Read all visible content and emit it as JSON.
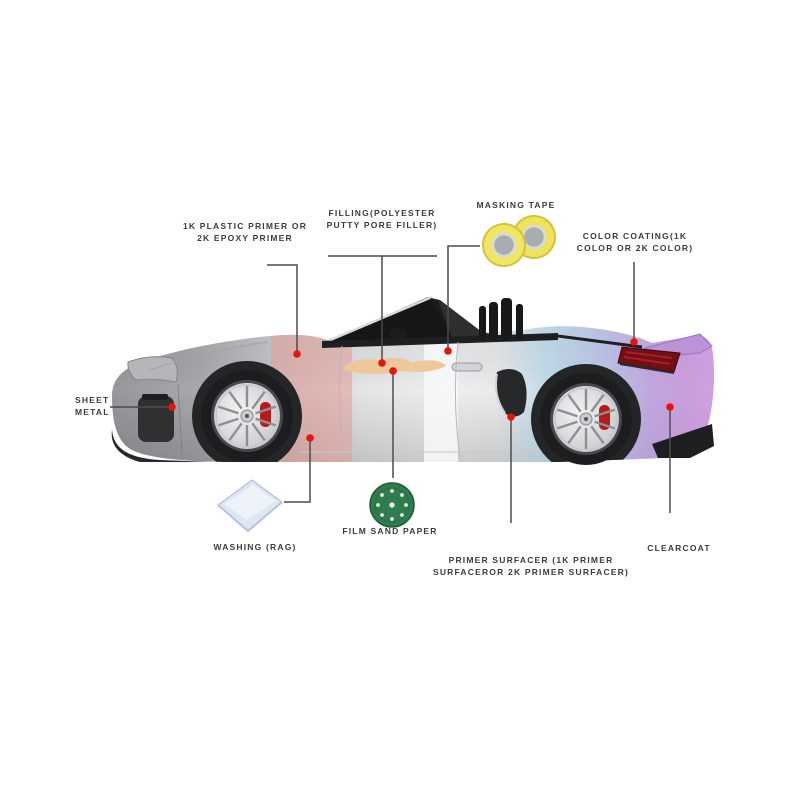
{
  "diagram_subject": "car painting process steps on convertible sports car",
  "labels": {
    "plastic_primer": {
      "line1": "1K PLASTIC PRIMER OR",
      "line2": "2K EPOXY PRIMER"
    },
    "filling": {
      "line1": "FILLING(POLYESTER",
      "line2": "PUTTY PORE FILLER)"
    },
    "masking_tape": {
      "line1": "MASKING TAPE"
    },
    "color_coating": {
      "line1": "COLOR COATING(1K",
      "line2": "COLOR OR 2K COLOR)"
    },
    "sheet_metal": {
      "line1": "SHEET",
      "line2": "METAL"
    },
    "washing": {
      "line1": "WASHING (RAG)"
    },
    "film_sand_paper": {
      "line1": "FILM SAND PAPER"
    },
    "primer_surfacer": {
      "line1": "PRIMER SURFACER (1K PRIMER",
      "line2": "SURFACEROR 2K PRIMER SURFACER)"
    },
    "clearcoat": {
      "line1": "CLEARCOAT"
    }
  },
  "colors": {
    "marker_dot_red": "#e8140c",
    "leader_line_gray": "#4c4c4c",
    "label_text": "#3c3c3c",
    "masking_tape_yellow": "#efe35c",
    "sanding_disc_green": "#2f7d4e",
    "putty_patch_tan": "#ecc89a",
    "primer_zone_pink": "#e59a95",
    "rag_blue_white": "#dfe5f2",
    "rear_coat_cyan": "#9fd0ea",
    "rear_coat_purple": "#b897dc",
    "rear_coat_pink": "#cf9ce2",
    "body_silver": "#d9dbdd"
  },
  "images": {
    "masking_tape_image": "two yellow masking tape rolls",
    "washing_rag_image": "folded white-blue cloth",
    "sanding_disc_image": "green film sanding disc with holes",
    "car_image": "silver convertible sports car side view with color zones"
  }
}
